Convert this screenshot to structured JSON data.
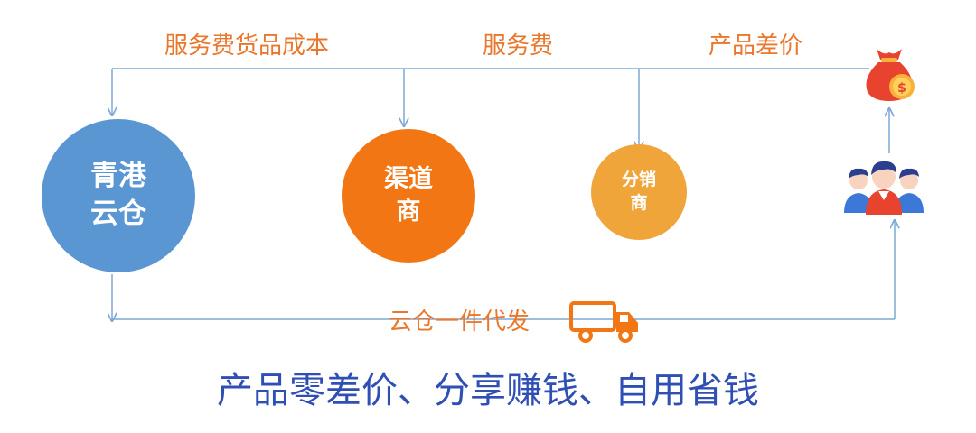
{
  "labels": {
    "top_left": "服务费货品成本",
    "top_mid": "服务费",
    "top_right": "产品差价",
    "bottom_mid": "云仓一件代发"
  },
  "nodes": {
    "qinggang": {
      "line1": "青港",
      "line2": "云仓"
    },
    "channel": {
      "line1": "渠道",
      "line2": "商"
    },
    "distributor": {
      "line1": "分销",
      "line2": "商"
    }
  },
  "footer": "产品零差价、分享赚钱、自用省钱",
  "icons": {
    "bag": "money-bag-icon",
    "people": "people-group-icon",
    "truck": "delivery-truck-icon"
  },
  "colors": {
    "line": "#7ea8d6",
    "label": "#e9772c",
    "qinggang": "#5a96d2",
    "channel": "#f27613",
    "distributor": "#f0a53a",
    "footer": "#2f4fb5"
  }
}
